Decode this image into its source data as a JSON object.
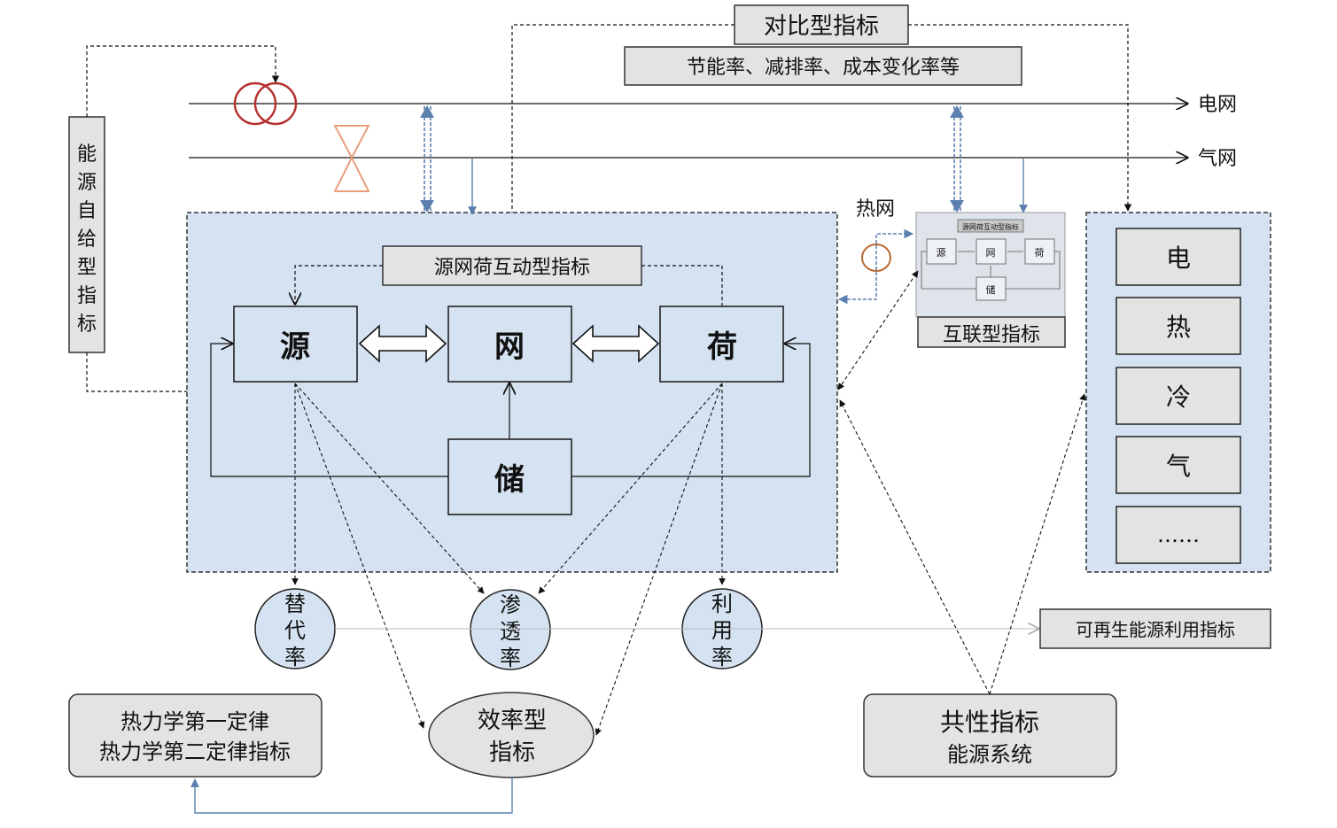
{
  "colors": {
    "panel_fill": "#d4e2f1",
    "box_gray": "#e3e3e3",
    "hub_fill": "#ffffff",
    "arrow_blue": "#5b7fae",
    "transformer_red": "#b5302c",
    "valve_orange": "#e8a07c",
    "heat_ring": "#b86a35"
  },
  "top": {
    "contrast_title": "对比型指标",
    "contrast_sub": "节能率、减排率、成本变化率等"
  },
  "networks": {
    "power": "电网",
    "gas": "气网",
    "heat": "热网"
  },
  "left": {
    "self_supply_chars": [
      "能",
      "源",
      "自",
      "给",
      "型",
      "指",
      "标"
    ]
  },
  "hub": {
    "interaction_label": "源网荷互动型指标",
    "source": "源",
    "grid": "网",
    "load": "荷",
    "storage": "储"
  },
  "thumbnail": {
    "title": "源网荷互动型指标",
    "source": "源",
    "grid": "网",
    "load": "荷",
    "storage": "储",
    "caption": "互联型指标"
  },
  "energy_types": [
    "电",
    "热",
    "冷",
    "气",
    "……"
  ],
  "ratios": {
    "substitution": [
      "替",
      "代",
      "率"
    ],
    "penetration": [
      "渗",
      "透",
      "率"
    ],
    "utilization": [
      "利",
      "用",
      "率"
    ]
  },
  "renewable_label": "可再生能源利用指标",
  "thermo": {
    "line1": "热力学第一定律",
    "line2": "热力学第二定律指标"
  },
  "efficiency": {
    "line1": "效率型",
    "line2": "指标"
  },
  "common": {
    "line1": "共性指标",
    "line2": "能源系统"
  }
}
